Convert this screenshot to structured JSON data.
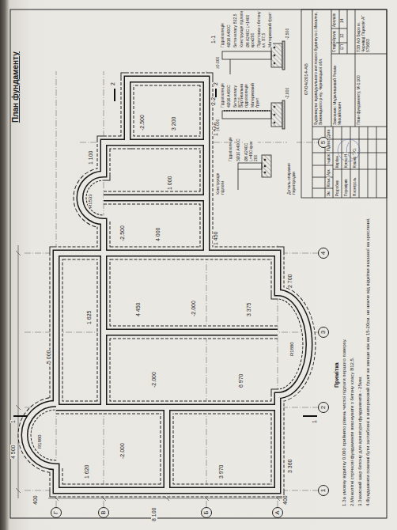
{
  "diagram": {
    "title": "План фундаменту",
    "nodes": [
      {
        "text": [
          "Г"
        ]
      },
      {
        "text": [
          "В"
        ]
      },
      {
        "text": [
          "Б"
        ]
      },
      {
        "text": [
          "А"
        ]
      },
      {
        "text": [
          "1"
        ]
      },
      {
        "text": [
          "2"
        ]
      },
      {
        "text": [
          "3"
        ]
      },
      {
        "text": [
          "4"
        ]
      },
      {
        "text": [
          "5"
        ]
      }
    ],
    "labels": [
      "8 100",
      "400",
      "400",
      "4 500",
      "3 360",
      "2 700",
      "1 450",
      "5 000",
      "1 625",
      "3 375",
      "1 500",
      "1 100",
      "3 200",
      "4 000",
      "1 620",
      "3 970",
      "1 000",
      "6 970",
      "4 450",
      "-2.000",
      "-2.000",
      "-2.500",
      "-2.500",
      "-2.000",
      "R1880",
      "R1880",
      "R1533",
      "1",
      "1",
      "2",
      "2",
      "1-1",
      "2-2",
      "Гідроізоляція",
      "4Ø16 A400C",
      "Бетон класу В12,5",
      "Конструкція підлоги",
      "Ø6 A240C L=1400 крок200",
      "Підготовка з бетону кл. В7,5",
      "Материковий ґрунт",
      "Гідроізоляція",
      "4Ø16 A400C",
      "Бетон класу В12,5",
      "Вертикальна гідроізоляція",
      "Материковий ґрунт",
      "Деталь опирання перегородки",
      "Гідроізоляція",
      "Конструкція підлоги",
      "3Ø10 A400C",
      "Ø6 A240C L=450 крок 200",
      "±0.000",
      "-2.500",
      "±0.000",
      "-2.000",
      "Примітка",
      "1.За умовну відмітку 0.000 прийнято рівень чистої підлоги першого поверху.",
      "2.Монолітні стрічкові фундаменти виконувати з бетону класу В12,5.",
      "3.Захисний шар бетону для арматури фундаментів - 25мм.",
      "4.Фундаменти повинні бути заглиблені в материковий ґрунт не менше ніж на 15-20см. не нижче від відмітки вказаної на кресленні.",
      "07/04/2014-АБ",
      "Будівництво індивідуального житлового будинку в с.Михалче, Вижницького р-ну, Чернівецької обл.",
      "Зм.",
      "Кільк.",
      "Арк.",
      "№док.",
      "Підпис",
      "Дата",
      "Розробив",
      "Кирбун",
      "Перевірив",
      "Кукуш Н.",
      "Н.контроль",
      "Кушнір Т.Ю.",
      "Замовник: Меджлишевий Роман Михайлович",
      "Стадія",
      "Аркуш",
      "Аркушів",
      "ЕП",
      "12",
      "14",
      "План фундаменту, М-1:100",
      "ТЗВ АО Бюро м. Чернівці Ліцензія АГ 575683"
    ]
  }
}
